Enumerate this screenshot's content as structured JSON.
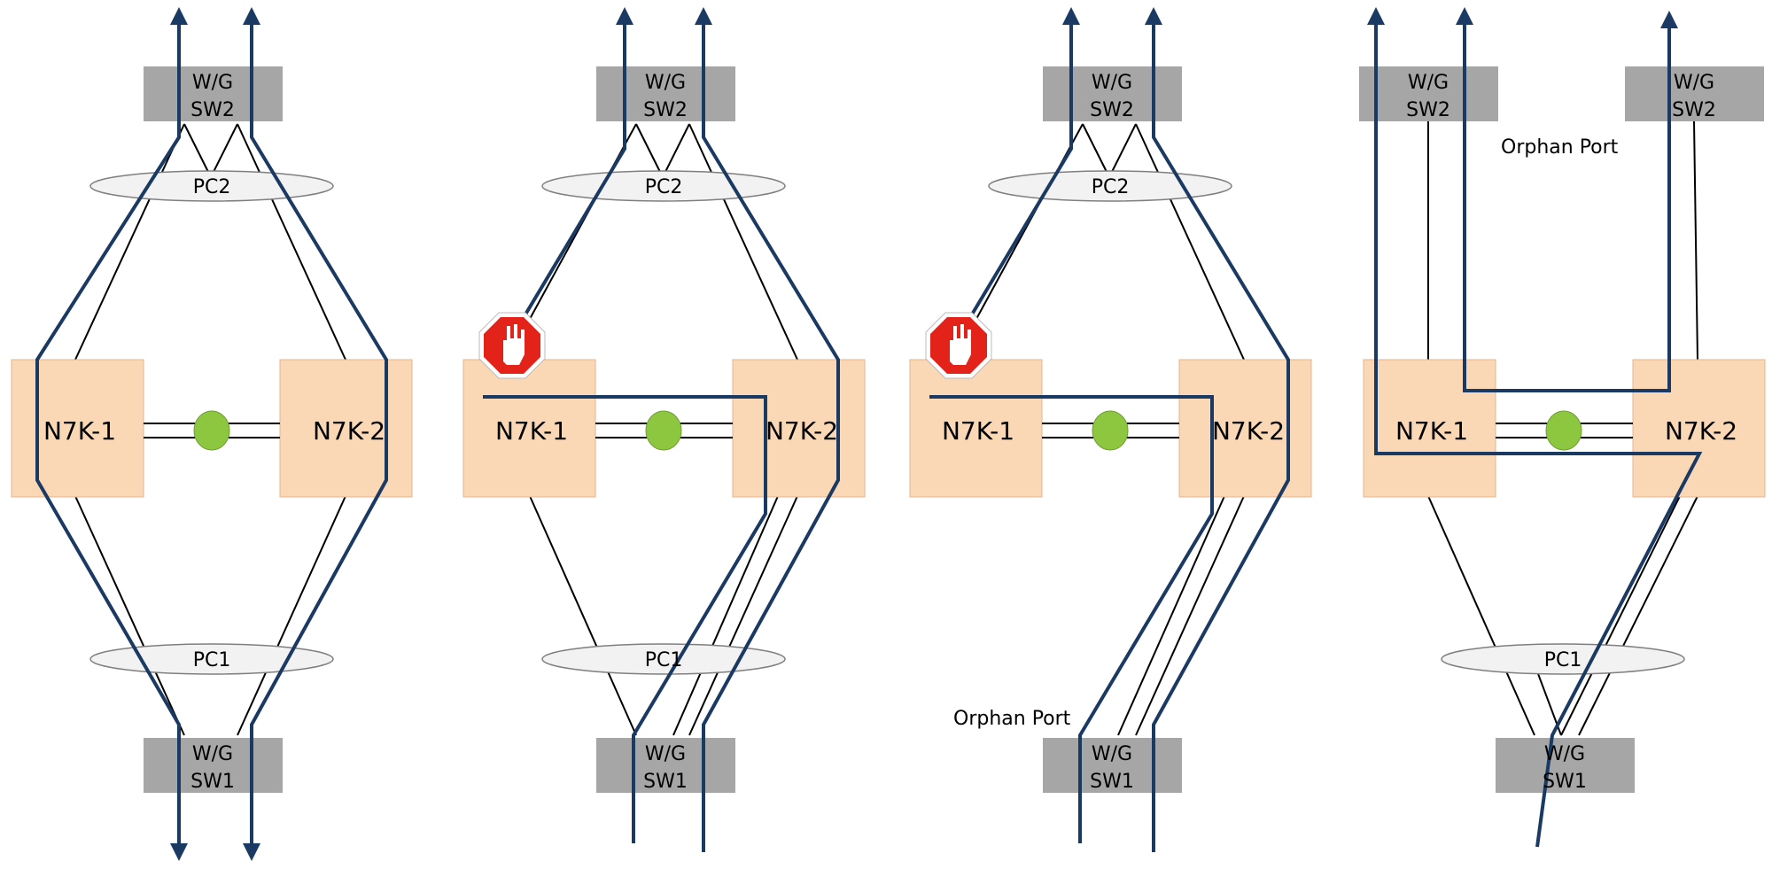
{
  "labels": {
    "sw2_line1": "W/G",
    "sw2_line2": "SW2",
    "sw1_line1": "W/G",
    "sw1_line2": "SW1",
    "pc2": "PC2",
    "pc1": "PC1",
    "n7k1": "N7K-1",
    "n7k2": "N7K-2",
    "orphan": "Orphan Port"
  },
  "colors": {
    "switch_box": "#a6a6a6",
    "nexus_box": "#fad7b5",
    "path": "#1b3a63",
    "ellipse_fill": "#f2f2f2",
    "peer_link_dot": "#8dc63f",
    "stop_sign": "#e32219"
  },
  "icons": [
    "stop-sign-icon",
    "arrow-icon"
  ]
}
